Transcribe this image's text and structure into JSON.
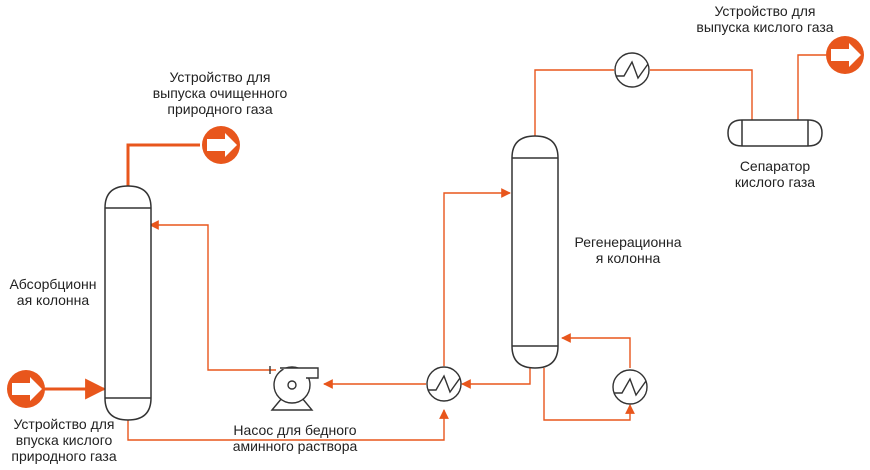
{
  "labels": {
    "clean_gas_outlet": "Устройство для\nвыпуска очищенного\nприродного газа",
    "acid_gas_outlet": "Устройство для\nвыпуска кислого газа",
    "sour_gas_inlet": "Устройство для\nвпуска кислого\nприродного газа",
    "absorber": "Абсорбционн\nая колонна",
    "regenerator": "Регенерационна\nя колонна",
    "separator": "Сепаратор\nкислого газа",
    "pump": "Насос для бедного\nаминного раствора"
  },
  "colors": {
    "accent": "#e8561c",
    "pipe_orange": "#e8561c",
    "pipe_grey": "#9a9a9a",
    "equipment_stroke": "#333333",
    "text": "#222222"
  },
  "icons": {
    "flow_arrow": "right-arrow-icon",
    "heat_exchanger": "heat-exchanger-icon",
    "pump": "pump-icon"
  }
}
